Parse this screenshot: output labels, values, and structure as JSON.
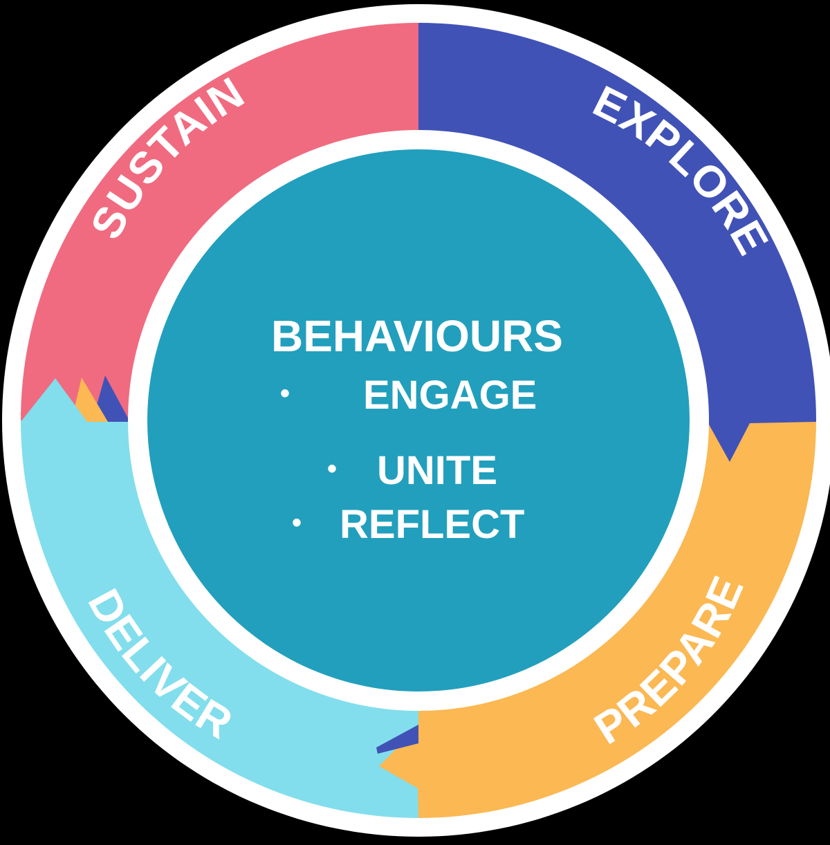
{
  "diagram": {
    "colors": {
      "background": "#000000",
      "outer_ring": "#ffffff",
      "inner_separator": "#ffffff",
      "center": "#229fbd",
      "text": "#ffffff",
      "sustain": "#f06b80",
      "explore": "#4152b6",
      "prepare": "#fbb853",
      "deliver": "#82deec"
    },
    "stages": [
      {
        "key": "sustain",
        "label": "SUSTAIN"
      },
      {
        "key": "explore",
        "label": "EXPLORE"
      },
      {
        "key": "prepare",
        "label": "PREPARE"
      },
      {
        "key": "deliver",
        "label": "DELIVER"
      }
    ],
    "center": {
      "title": "BEHAVIOURS",
      "bullet": "•",
      "items": [
        "ENGAGE",
        "UNITE",
        "REFLECT"
      ]
    }
  }
}
